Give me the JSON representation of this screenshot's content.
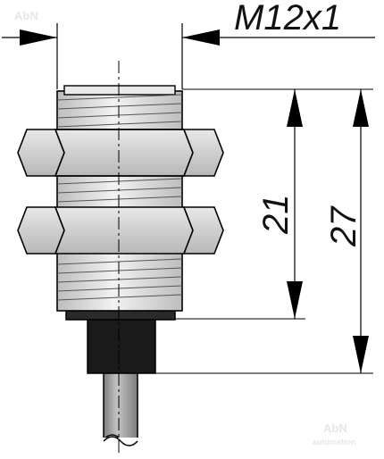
{
  "drawing": {
    "thread_label": "M12x1",
    "dim_inner": "21",
    "dim_outer": "27",
    "watermark_top": "AbN",
    "watermark_bottom": "AbN",
    "watermark_bottom_sub": "automation"
  },
  "colors": {
    "body_fill": "#d9d9d9",
    "nut_fill": "#cfcfcf",
    "cable_fill": "#a9a9a9",
    "dark_fill": "#1a1a1a",
    "line": "#000000"
  }
}
